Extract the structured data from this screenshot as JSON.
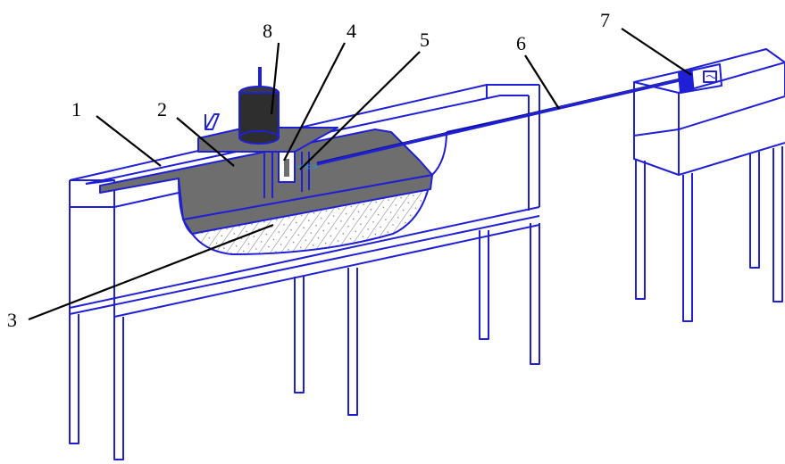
{
  "labels": {
    "l1": "1",
    "l2": "2",
    "l3": "3",
    "l4": "4",
    "l5": "5",
    "l6": "6",
    "l7": "7",
    "l8": "8"
  },
  "colors": {
    "frame_line": "#1f1fd6",
    "slab_gray": "#6e6e6e",
    "motor_dark": "#3a3a3a",
    "sediment_fill": "#ffffff",
    "leader_line": "#000000"
  }
}
